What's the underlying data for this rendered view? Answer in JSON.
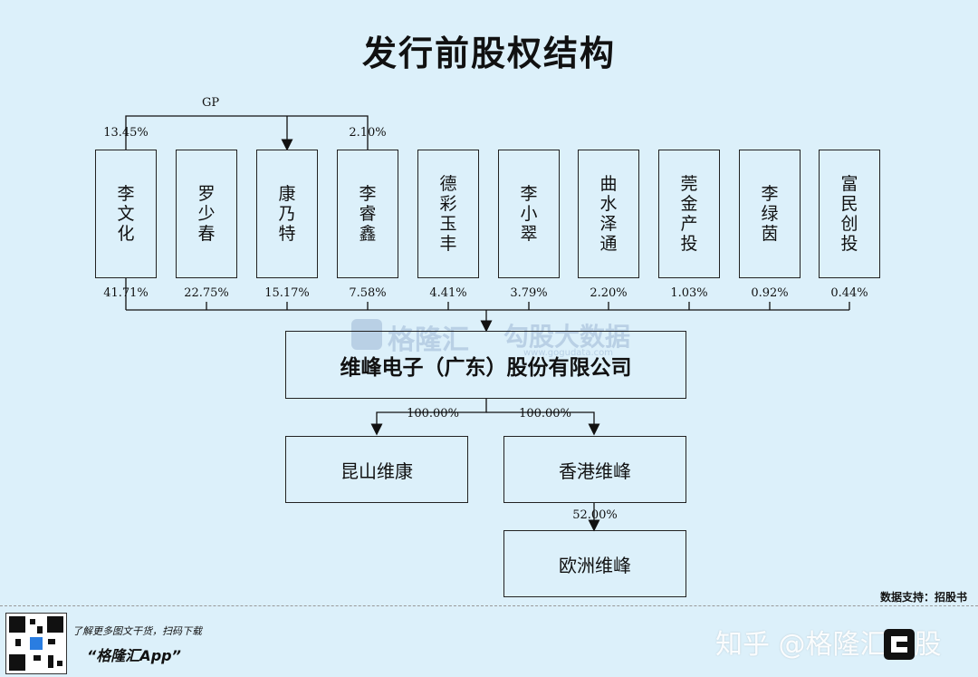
{
  "title": "发行前股权结构",
  "gp_label": "GP",
  "gp_left_pct": "13.45%",
  "gp_right_pct": "2.10%",
  "shareholders": [
    {
      "name": "李文化",
      "pct": "41.71%"
    },
    {
      "name": "罗少春",
      "pct": "22.75%"
    },
    {
      "name": "康乃特",
      "pct": "15.17%"
    },
    {
      "name": "李睿鑫",
      "pct": "7.58%"
    },
    {
      "name": "德彩玉丰",
      "pct": "4.41%"
    },
    {
      "name": "李小翠",
      "pct": "3.79%"
    },
    {
      "name": "曲水泽通",
      "pct": "2.20%"
    },
    {
      "name": "莞金产投",
      "pct": "1.03%"
    },
    {
      "name": "李绿茵",
      "pct": "0.92%"
    },
    {
      "name": "富民创投",
      "pct": "0.44%"
    }
  ],
  "company": "维峰电子（广东）股份有限公司",
  "subsidiaries": [
    {
      "name": "昆山维康",
      "pct": "100.00%"
    },
    {
      "name": "香港维峰",
      "pct": "100.00%"
    }
  ],
  "sub_sub": {
    "name": "欧洲维峰",
    "pct": "52.00%"
  },
  "watermark": {
    "brand": "格隆汇",
    "brand2": "勾股大数据",
    "url": "www.gogudata.com"
  },
  "source": "数据支持：招股书",
  "footer": {
    "tip": "了解更多图文干货，扫码下载",
    "app": "“格隆汇App”"
  },
  "zhihu_mark": "知乎 @格隆汇新股"
}
